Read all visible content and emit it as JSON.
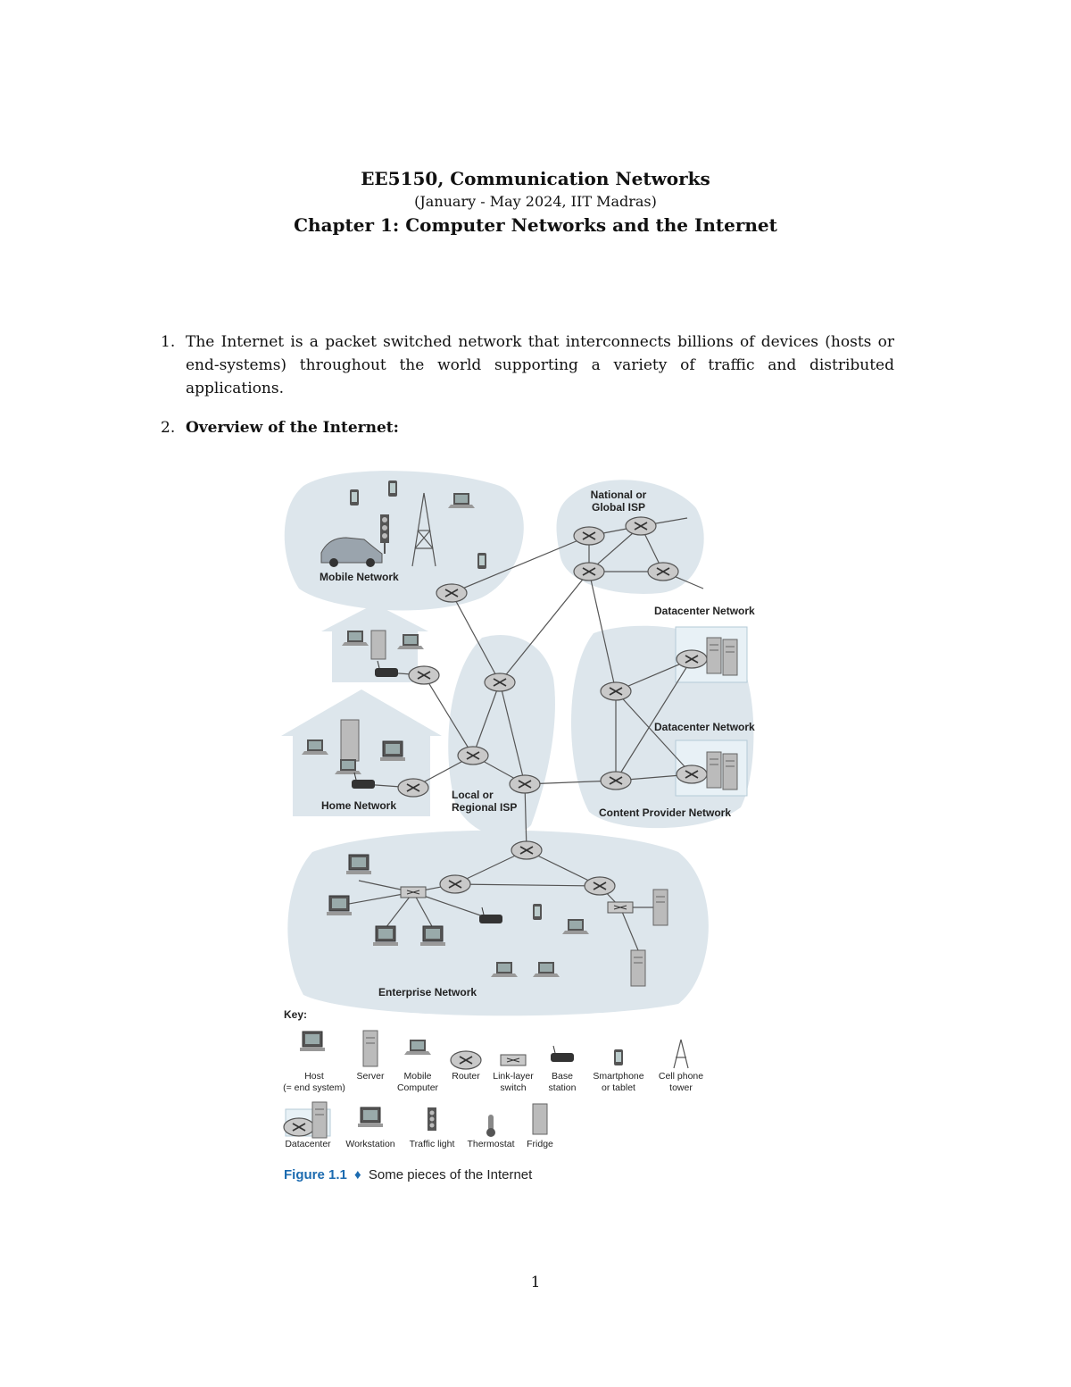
{
  "header": {
    "course": "EE5150, Communication Networks",
    "term": "(January - May 2024, IIT Madras)",
    "chapter": "Chapter 1: Computer Networks and the Internet"
  },
  "items": [
    {
      "number": "1.",
      "text": "The Internet is a packet switched network that interconnects billions of devices (hosts or end-systems) throughout the world supporting a variety of traffic and distributed applications."
    },
    {
      "number": "2.",
      "text": "Overview of the Internet:"
    }
  ],
  "figure": {
    "regions": {
      "mobile": "Mobile Network",
      "national_1": "National or",
      "national_2": "Global ISP",
      "datacenter_1": "Datacenter Network",
      "datacenter_2": "Datacenter Network",
      "home": "Home Network",
      "local_1": "Local or",
      "local_2": "Regional ISP",
      "content": "Content Provider Network",
      "enterprise": "Enterprise Network"
    },
    "key": {
      "title": "Key:",
      "host_1": "Host",
      "host_2": "(= end system)",
      "server": "Server",
      "mobile_1": "Mobile",
      "mobile_2": "Computer",
      "router": "Router",
      "switch_1": "Link-layer",
      "switch_2": "switch",
      "base_1": "Base",
      "base_2": "station",
      "phone_1": "Smartphone",
      "phone_2": "or tablet",
      "tower_1": "Cell phone",
      "tower_2": "tower",
      "datacenter": "Datacenter",
      "workstation": "Workstation",
      "traffic": "Traffic light",
      "thermostat": "Thermostat",
      "fridge": "Fridge"
    },
    "caption_label": "Figure 1.1",
    "caption_bullet": "♦",
    "caption_text": "Some pieces of the Internet",
    "colors": {
      "region": "#dde6ec",
      "caption": "#1c6bb0",
      "device": "#666666"
    }
  },
  "page_number": "1"
}
